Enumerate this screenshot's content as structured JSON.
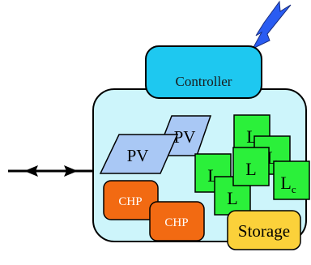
{
  "controller": {
    "label": "Controller",
    "fill": "#1ec8f0"
  },
  "microgrid": {
    "fill": "#cdf5fb"
  },
  "pv_panels": [
    {
      "label": "PV"
    },
    {
      "label": "PV"
    }
  ],
  "pv_fill": "#a9c8f5",
  "chp_units": [
    {
      "label": "CHP"
    },
    {
      "label": "CHP"
    }
  ],
  "chp_fill": "#f26a12",
  "loads": [
    {
      "label": "L"
    },
    {
      "label": "L"
    },
    {
      "label": "L"
    },
    {
      "label": "L"
    },
    {
      "label": "L"
    },
    {
      "label_main": "L",
      "label_sub": "c"
    }
  ],
  "load_fill": "#2bf03a",
  "storage": {
    "label": "Storage",
    "fill": "#fbd13a"
  },
  "lightning": {
    "icon": "lightning-bolt-icon",
    "fill": "#2a5cf2"
  },
  "connection": {
    "icon": "bidirectional-arrow-icon"
  }
}
